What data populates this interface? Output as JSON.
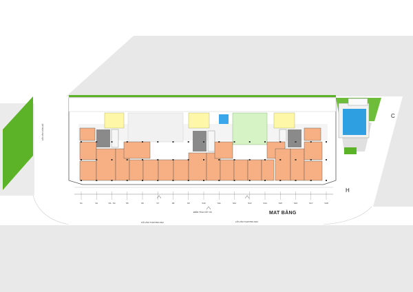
{
  "labels": {
    "title": "MAT BẰNG",
    "road_north": "ĐIỆN TÍCH CÂY XÀ",
    "road_west": "LỐI VÀO THƯƠNG MẠI",
    "road_east": "LỐI VÀO THƯƠNG MẠI",
    "left_side": "LỐI VÀO CĂN HỘ",
    "corner_c": "C",
    "corner_h": "H"
  },
  "colors": {
    "surround": "#e9e9e9",
    "grass": "#5cb327",
    "retail": "#f6b083",
    "corridor": "#f4f4f4",
    "lobby": "#fff7a8",
    "service": "#d5f3c5",
    "pool": "#2e9fe0",
    "wall": "#6c6c6c",
    "shaft": "#8a8a8a"
  },
  "axis_labels": [
    "S1",
    "S2",
    "S3 - S4",
    "S5",
    "S6",
    "S7",
    "S8",
    "S9",
    "S10",
    "S11",
    "S12",
    "S13",
    "S14",
    "S15",
    "S16",
    "S17",
    "S18"
  ]
}
